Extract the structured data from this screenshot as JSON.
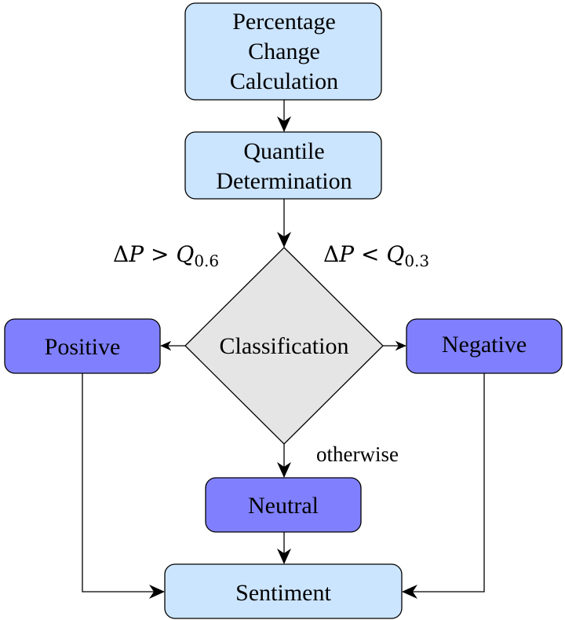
{
  "diagram": {
    "type": "flowchart",
    "colors": {
      "process_fill": "#cce5ff",
      "class_fill": "#8080ff",
      "decision_fill": "#e5e5e5",
      "stroke": "#000000"
    },
    "nodes": {
      "percentage": {
        "lines": [
          "Percentage",
          "Change",
          "Calculation"
        ]
      },
      "quantile": {
        "lines": [
          "Quantile",
          "Determination"
        ]
      },
      "classification": {
        "label": "Classification"
      },
      "positive": {
        "label": "Positive"
      },
      "negative": {
        "label": "Negative"
      },
      "neutral": {
        "label": "Neutral"
      },
      "sentiment": {
        "label": "Sentiment"
      }
    },
    "edge_labels": {
      "positive_condition": {
        "delta": "Δ",
        "var": "P",
        "op": " > ",
        "q": "Q",
        "sub": "0.6"
      },
      "negative_condition": {
        "delta": "Δ",
        "var": "P",
        "op": " < ",
        "q": "Q",
        "sub": "0.3"
      },
      "otherwise": "otherwise"
    },
    "edges": [
      {
        "from": "percentage",
        "to": "quantile"
      },
      {
        "from": "quantile",
        "to": "classification"
      },
      {
        "from": "classification",
        "to": "positive",
        "label": "ΔP > Q0.6"
      },
      {
        "from": "classification",
        "to": "negative",
        "label": "ΔP < Q0.3"
      },
      {
        "from": "classification",
        "to": "neutral",
        "label": "otherwise"
      },
      {
        "from": "positive",
        "to": "sentiment"
      },
      {
        "from": "negative",
        "to": "sentiment"
      },
      {
        "from": "neutral",
        "to": "sentiment"
      }
    ]
  }
}
